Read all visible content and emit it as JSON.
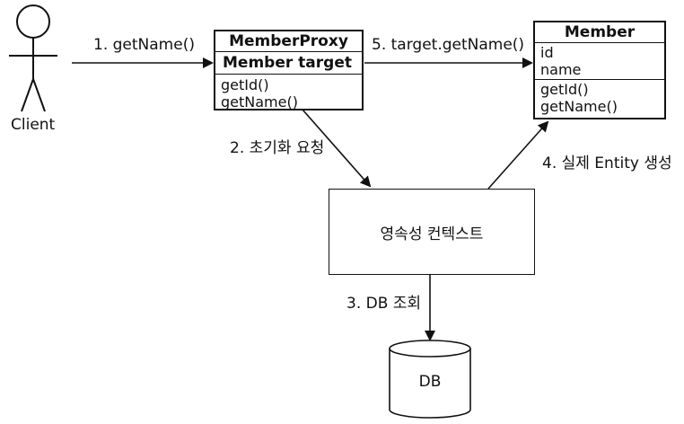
{
  "actor": {
    "label": "Client"
  },
  "proxy": {
    "title": "MemberProxy",
    "field": "Member target",
    "methods": [
      "getId()",
      "getName()"
    ]
  },
  "member": {
    "title": "Member",
    "fields": [
      "id",
      "name"
    ],
    "methods": [
      "getId()",
      "getName()"
    ]
  },
  "context": {
    "label": "영속성 컨텍스트"
  },
  "database": {
    "label": "DB"
  },
  "edges": {
    "step1": "1. getName()",
    "step2": "2. 초기화 요청",
    "step3": "3. DB 조회",
    "step4": "4. 실제 Entity 생성",
    "step5": "5. target.getName()"
  }
}
